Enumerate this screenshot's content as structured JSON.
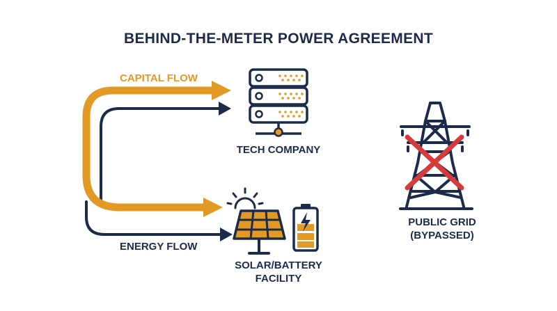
{
  "title": "BEHIND-THE-METER POWER AGREEMENT",
  "flows": {
    "capital": {
      "label": "CAPITAL FLOW",
      "color": "#e39a24"
    },
    "energy": {
      "label": "ENERGY FLOW",
      "color": "#1c2b4a"
    }
  },
  "nodes": {
    "tech_company": {
      "label": "TECH COMPANY",
      "icon": "server-rack-icon"
    },
    "facility": {
      "label_line1": "SOLAR/BATTERY",
      "label_line2": "FACILITY",
      "icons": [
        "sun-icon",
        "solar-panel-icon",
        "battery-icon"
      ]
    },
    "grid": {
      "label_line1": "PUBLIC GRID",
      "label_line2": "(BYPASSED)",
      "icon": "transmission-tower-icon",
      "status_mark": "red-x-icon"
    }
  },
  "colors": {
    "navy": "#1c2b4a",
    "orange": "#e39a24",
    "red": "#d63a3a"
  }
}
